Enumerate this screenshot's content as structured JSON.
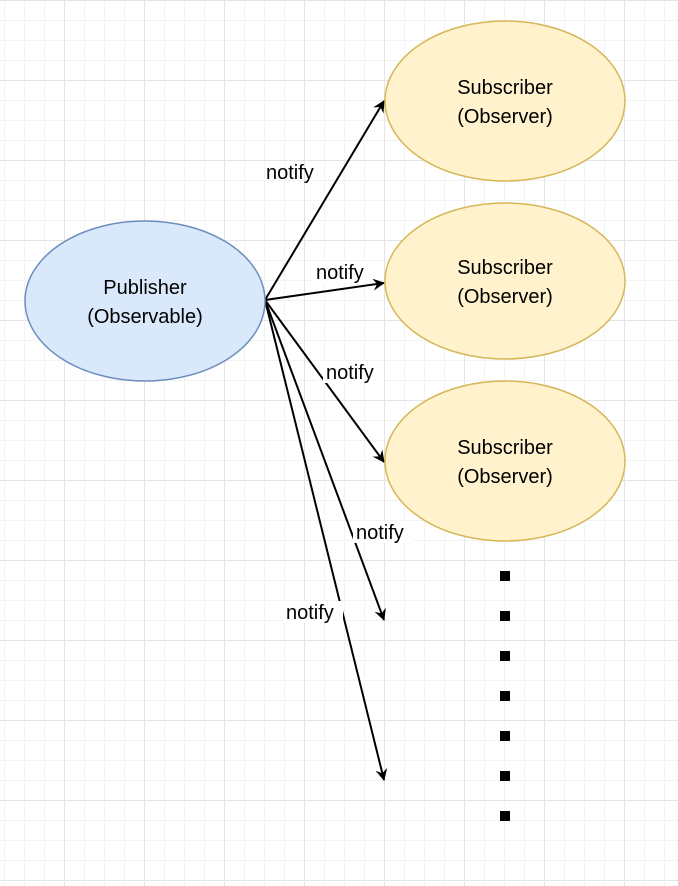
{
  "colors": {
    "publisher_fill": "#dae8fc",
    "publisher_stroke": "#6c8ebf",
    "subscriber_fill": "#fff2cc",
    "subscriber_stroke": "#d6b656",
    "edge": "#000000"
  },
  "publisher": {
    "line1": "Publisher",
    "line2": "(Observable)"
  },
  "subscribers": [
    {
      "line1": "Subscriber",
      "line2": "(Observer)"
    },
    {
      "line1": "Subscriber",
      "line2": "(Observer)"
    },
    {
      "line1": "Subscriber",
      "line2": "(Observer)"
    }
  ],
  "edges": [
    {
      "label": "notify"
    },
    {
      "label": "notify"
    },
    {
      "label": "notify"
    },
    {
      "label": "notify"
    },
    {
      "label": "notify"
    }
  ],
  "continuation_dot_count": 7
}
